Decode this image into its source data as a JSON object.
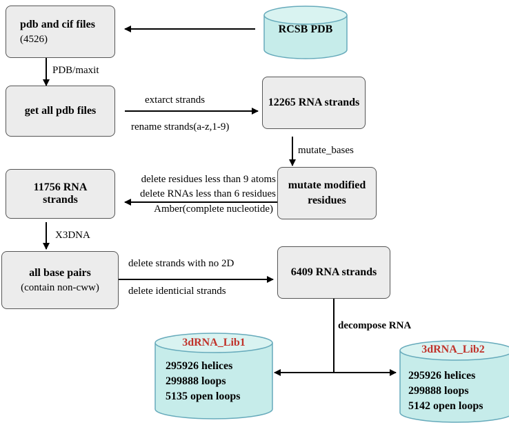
{
  "nodes": {
    "pdb_cif": {
      "title": "pdb and cif files",
      "count": "(4526)"
    },
    "rcsb": {
      "label": "RCSB PDB"
    },
    "get_pdb": {
      "label": "get all pdb files"
    },
    "strands_12265": {
      "label": "12265 RNA strands"
    },
    "strands_11756": {
      "line1": "11756 RNA",
      "line2": "strands"
    },
    "mutate_modified": {
      "line1": "mutate modified",
      "line2": "residues"
    },
    "base_pairs": {
      "line1": "all base pairs",
      "line2": "(contain non-cww)"
    },
    "strands_6409": {
      "label": "6409 RNA strands"
    },
    "lib1": {
      "title": "3dRNA_Lib1",
      "lines": [
        "295926 helices",
        "299888 loops",
        "5135 open loops"
      ]
    },
    "lib2": {
      "title": "3dRNA_Lib2",
      "lines": [
        "295926 helices",
        "299888 loops",
        "5142 open loops"
      ]
    }
  },
  "edges": {
    "pdb_maxit": "PDB/maxit",
    "extract": "extarct strands",
    "rename": "rename strands(a-z,1-9)",
    "mutate_bases": "mutate_bases",
    "delete_residues": "delete residues less than 9 atoms",
    "delete_rnas": "delete RNAs less than 6 residues",
    "amber": "Amber(complete nucleotide)",
    "x3dna": "X3DNA",
    "delete_no2d": "delete strands with no 2D",
    "delete_identical": "delete identicial strands",
    "decompose": "decompose RNA"
  }
}
